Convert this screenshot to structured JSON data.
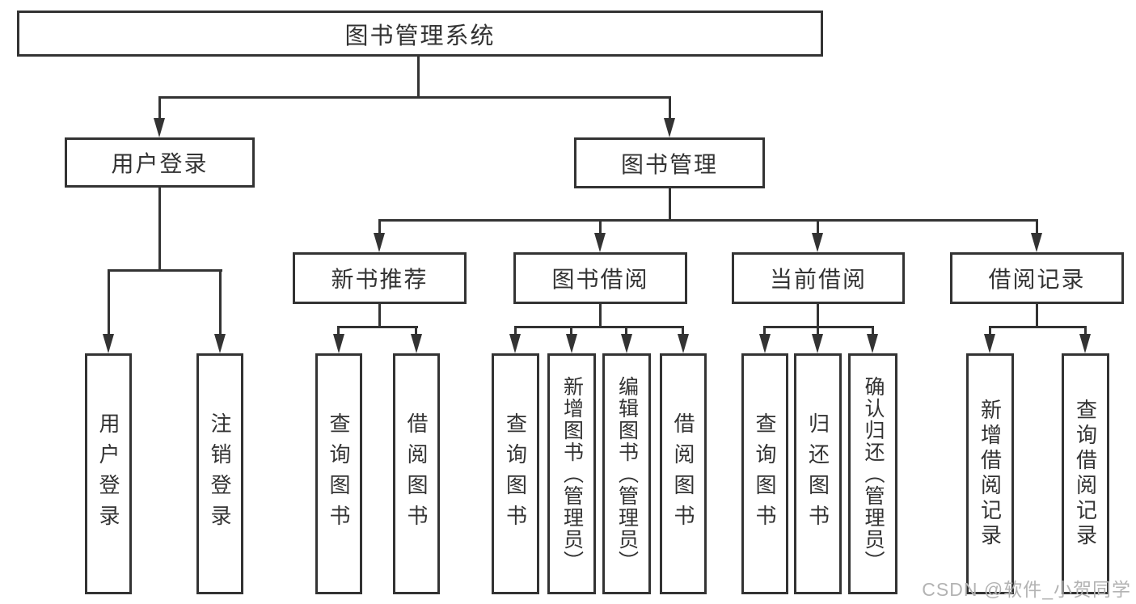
{
  "colors": {
    "line": "#333333",
    "text": "#333333",
    "background": "#ffffff",
    "watermark": "#b3b3b3"
  },
  "watermark": {
    "text": "CSDN @软件_小贺同学"
  },
  "diagram": {
    "type": "hierarchy",
    "title": "图书管理系统",
    "children": [
      {
        "label": "用户登录",
        "children": [
          {
            "label": "用户登录"
          },
          {
            "label": "注销登录"
          }
        ]
      },
      {
        "label": "图书管理",
        "children": [
          {
            "label": "新书推荐",
            "children": [
              {
                "label": "查询图书"
              },
              {
                "label": "借阅图书"
              }
            ]
          },
          {
            "label": "图书借阅",
            "children": [
              {
                "label": "查询图书"
              },
              {
                "label": "新增图书（管理员）"
              },
              {
                "label": "编辑图书（管理员）"
              },
              {
                "label": "借阅图书"
              }
            ]
          },
          {
            "label": "当前借阅",
            "children": [
              {
                "label": "查询图书"
              },
              {
                "label": "归还图书"
              },
              {
                "label": "确认归还（管理员）"
              }
            ]
          },
          {
            "label": "借阅记录",
            "children": [
              {
                "label": "新增借阅记录"
              },
              {
                "label": "查询借阅记录"
              }
            ]
          }
        ]
      }
    ]
  }
}
